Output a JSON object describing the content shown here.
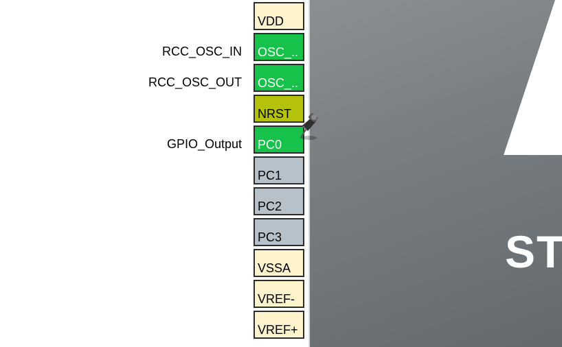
{
  "colors": {
    "power": "#fdf3cc",
    "assigned": "#16c24a",
    "reset": "#b5c20c",
    "unassigned": "#b7c1ca",
    "assigned_text": "#ffffff",
    "default_text": "#000000"
  },
  "pins": [
    {
      "name": "VDD",
      "state": "power",
      "label": ""
    },
    {
      "name": "OSC_..",
      "state": "assigned",
      "label": "RCC_OSC_IN"
    },
    {
      "name": "OSC_..",
      "state": "assigned",
      "label": "RCC_OSC_OUT"
    },
    {
      "name": "NRST",
      "state": "reset",
      "label": ""
    },
    {
      "name": "PC0",
      "state": "assigned",
      "label": "GPIO_Output"
    },
    {
      "name": "PC1",
      "state": "unassigned",
      "label": ""
    },
    {
      "name": "PC2",
      "state": "unassigned",
      "label": ""
    },
    {
      "name": "PC3",
      "state": "unassigned",
      "label": ""
    },
    {
      "name": "VSSA",
      "state": "power",
      "label": ""
    },
    {
      "name": "VREF-",
      "state": "power",
      "label": ""
    },
    {
      "name": "VREF+",
      "state": "power",
      "label": ""
    }
  ],
  "chip": {
    "logo_text": "ST"
  },
  "icons": {
    "pinned_marker": "pushpin-icon"
  }
}
